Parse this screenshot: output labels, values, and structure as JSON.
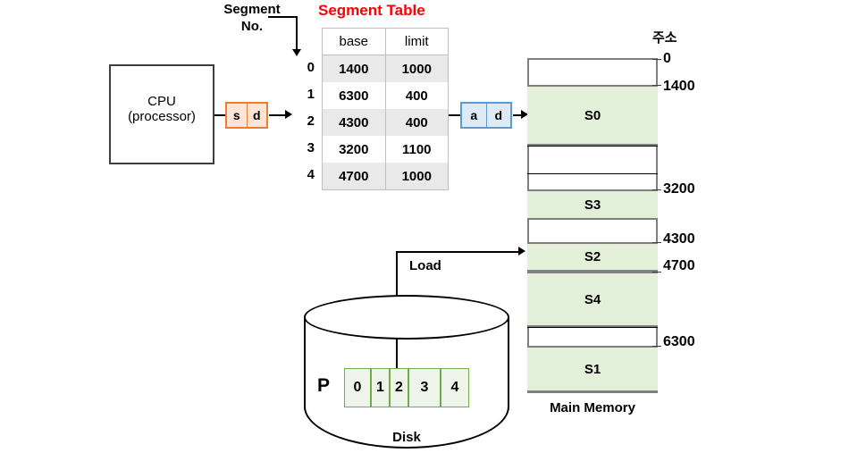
{
  "diagram": {
    "title": "Segmentation address translation diagram"
  },
  "cpu": {
    "label": "CPU\n(processor)"
  },
  "logical_address": {
    "segment_part": "s",
    "offset_part": "d"
  },
  "physical_address": {
    "base_part": "a",
    "offset_part": "d"
  },
  "segment_no": {
    "label": "Segment\nNo."
  },
  "segment_table": {
    "title": "Segment Table",
    "columns": [
      "base",
      "limit"
    ],
    "rows": [
      {
        "index": "0",
        "base": "1400",
        "limit": "1000"
      },
      {
        "index": "1",
        "base": "6300",
        "limit": "400"
      },
      {
        "index": "2",
        "base": "4300",
        "limit": "400"
      },
      {
        "index": "3",
        "base": "3200",
        "limit": "1100"
      },
      {
        "index": "4",
        "base": "4700",
        "limit": "1000"
      }
    ]
  },
  "memory": {
    "caption": "Main Memory",
    "address_caption": "주소",
    "address_labels": [
      "0",
      "1400",
      "3200",
      "4300",
      "4700",
      "6300"
    ],
    "blocks": [
      {
        "label": "",
        "filled": false
      },
      {
        "label": "S0",
        "filled": true
      },
      {
        "label": "",
        "filled": false
      },
      {
        "label": "",
        "filled": false
      },
      {
        "label": "S3",
        "filled": true
      },
      {
        "label": "",
        "filled": false
      },
      {
        "label": "S2",
        "filled": true
      },
      {
        "label": "S4",
        "filled": true
      },
      {
        "label": "",
        "filled": false
      },
      {
        "label": "S1",
        "filled": true
      }
    ]
  },
  "disk": {
    "caption": "Disk",
    "process_label": "P",
    "segments": [
      "0",
      "1",
      "2",
      "3",
      "4"
    ],
    "load_label": "Load"
  },
  "colors": {
    "title_red": "#ff0000",
    "logical_border": "#ed7d31",
    "logical_fill": "#fce4d6",
    "physical_border": "#5b9bd5",
    "physical_fill": "#deeaf6",
    "segment_fill": "#e2efd9",
    "disk_cell_border": "#70ad47",
    "table_shade": "#e9e9e9"
  }
}
